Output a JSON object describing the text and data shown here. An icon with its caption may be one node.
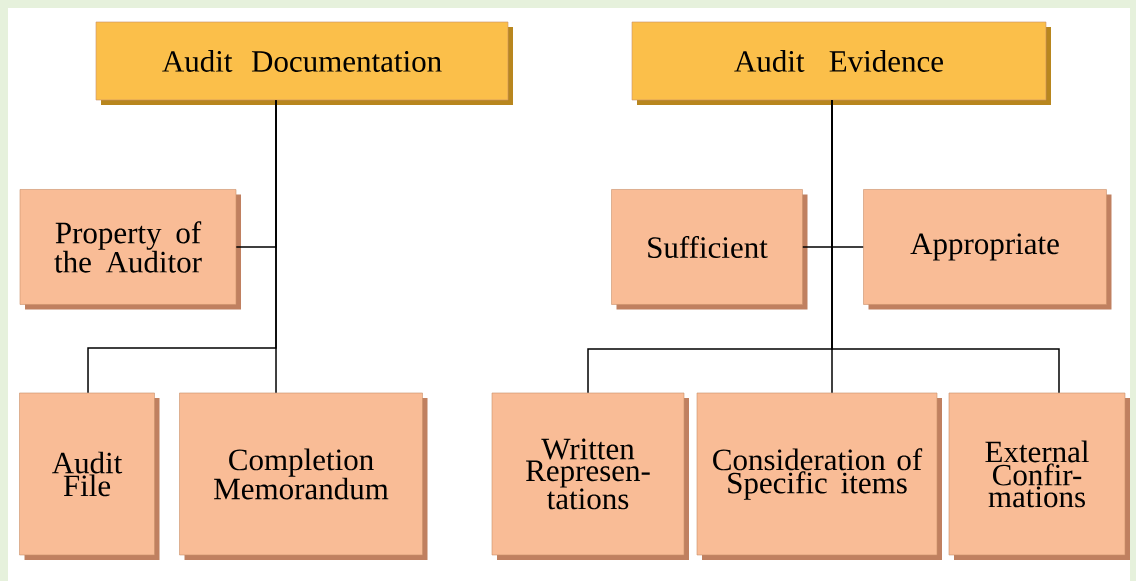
{
  "diagram": {
    "nodes": [
      {
        "text": [
          "Audit Documentation"
        ]
      },
      {
        "text": [
          "Property of the Auditor"
        ]
      },
      {
        "text": [
          "Audit File"
        ]
      },
      {
        "text": [
          "Completion Memorandum"
        ]
      },
      {
        "text": [
          "Audit Evidence"
        ]
      },
      {
        "text": [
          "Sufficient"
        ]
      },
      {
        "text": [
          "Appropriate"
        ]
      },
      {
        "text": [
          "Written Represen- tations"
        ]
      },
      {
        "text": [
          "Consideration of Specific items"
        ]
      },
      {
        "text": [
          "External Confir- mations"
        ]
      }
    ],
    "edges": [
      {
        "from": 0,
        "to": 1,
        "arrow": "none"
      },
      {
        "from": 0,
        "to": 2,
        "arrow": "none"
      },
      {
        "from": 0,
        "to": 3,
        "arrow": "none"
      },
      {
        "from": 4,
        "to": 5,
        "arrow": "none"
      },
      {
        "from": 4,
        "to": 6,
        "arrow": "none"
      },
      {
        "from": 4,
        "to": 7,
        "arrow": "none"
      },
      {
        "from": 4,
        "to": 8,
        "arrow": "none"
      },
      {
        "from": 4,
        "to": 9,
        "arrow": "none"
      }
    ]
  }
}
